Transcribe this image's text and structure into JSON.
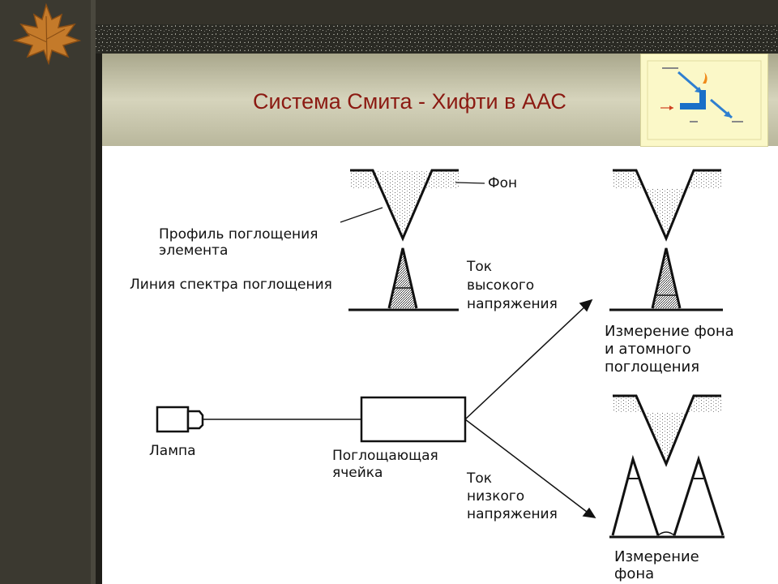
{
  "slide": {
    "title": "Система Смита - Хифти в ААС"
  },
  "diagram": {
    "labels": {
      "background": "Фон",
      "absorption_profile_line1": "Профиль поглощения",
      "absorption_profile_line2": "элемента",
      "absorption_line": "Линия спектра поглощения",
      "high_current_line1": "Ток",
      "high_current_line2": "высокого",
      "high_current_line3": "напряжения",
      "measurement_bg_atomic_line1": "Измерение фона",
      "measurement_bg_atomic_line2": "и атомного",
      "measurement_bg_atomic_line3": "поглощения",
      "lamp": "Лампа",
      "absorbing_cell_line1": "Поглощающая",
      "absorbing_cell_line2": "ячейка",
      "low_current_line1": "Ток",
      "low_current_line2": "низкого",
      "low_current_line3": "напряжения",
      "measurement_bg_line1": "Измерение",
      "measurement_bg_line2": "фона"
    }
  },
  "colors": {
    "frame": "#34322a",
    "title": "#8b1a12",
    "header_band": "#c8c6a8",
    "thumbnail_bg": "#fbf8c8"
  }
}
